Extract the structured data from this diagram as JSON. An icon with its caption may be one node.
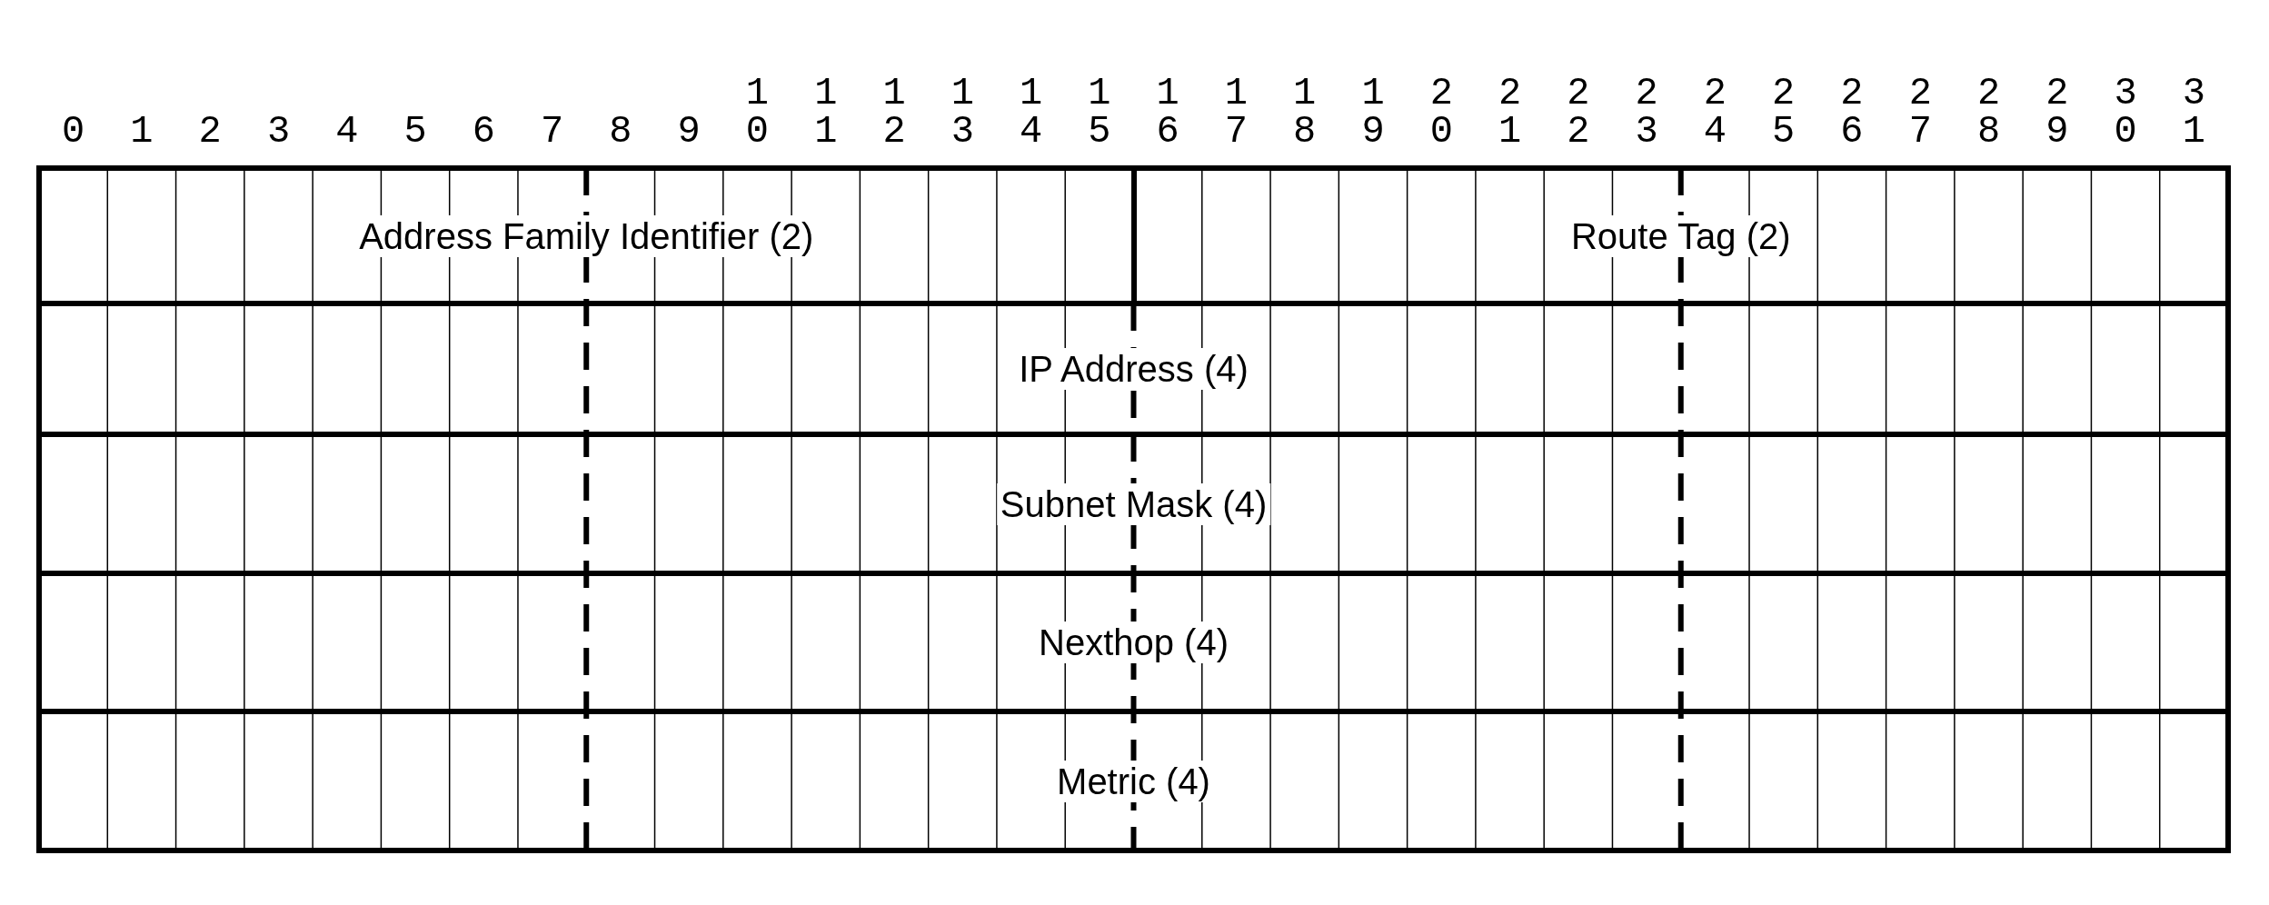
{
  "diagram": {
    "nodes": [
      {
        "text": [
          "Address Family Identifier (2)"
        ]
      },
      {
        "text": [
          "Route Tag (2)"
        ]
      },
      {
        "text": [
          "IP Address (4)"
        ]
      },
      {
        "text": [
          "Subnet Mask (4)"
        ]
      },
      {
        "text": [
          "Nexthop (4)"
        ]
      },
      {
        "text": [
          "Metric (4)"
        ]
      }
    ],
    "edges": [],
    "labels": [
      "1",
      "1",
      "1",
      "1",
      "1",
      "1",
      "1",
      "1",
      "1",
      "1",
      "2",
      "2",
      "2",
      "2",
      "2",
      "2",
      "2",
      "2",
      "2",
      "2",
      "3",
      "3",
      "0",
      "1",
      "2",
      "3",
      "4",
      "5",
      "6",
      "7",
      "8",
      "9",
      "0",
      "1",
      "2",
      "3",
      "4",
      "5",
      "6",
      "7",
      "8",
      "9",
      "0",
      "1",
      "2",
      "3",
      "4",
      "5",
      "6",
      "7",
      "8",
      "9",
      "0",
      "1"
    ]
  }
}
